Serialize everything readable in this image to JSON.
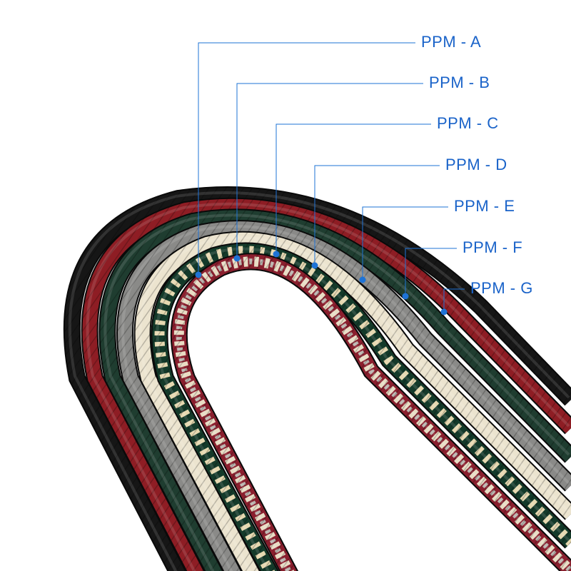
{
  "ropes": [
    {
      "label": "PPM - A",
      "pattern": "red-white-grey",
      "colors": [
        "#8a1f2e",
        "#e8dcc4",
        "#b9b3ad"
      ]
    },
    {
      "label": "PPM - B",
      "pattern": "green-cream",
      "colors": [
        "#143a2a",
        "#e6d8b0"
      ]
    },
    {
      "label": "PPM - C",
      "pattern": "solid",
      "colors": [
        "#ece4cf"
      ]
    },
    {
      "label": "PPM - D",
      "pattern": "solid",
      "colors": [
        "#8a8a88"
      ]
    },
    {
      "label": "PPM - E",
      "pattern": "solid",
      "colors": [
        "#1f3d30"
      ]
    },
    {
      "label": "PPM - F",
      "pattern": "solid",
      "colors": [
        "#8e1d24"
      ]
    },
    {
      "label": "PPM - G",
      "pattern": "solid",
      "colors": [
        "#161616"
      ]
    }
  ],
  "leader_color": "#1e73d6",
  "label_color": "#1a63c9",
  "background": "#ffffff"
}
